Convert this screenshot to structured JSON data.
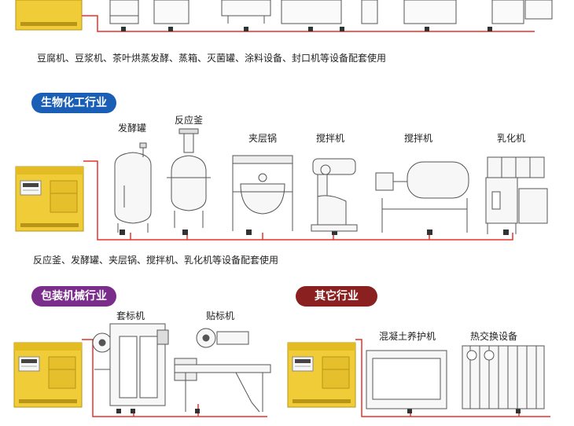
{
  "colors": {
    "pipe": "#e8322b",
    "boiler": "#f0cd38",
    "boiler_dark": "#c9a618",
    "badge_bio": "#1a5fb5",
    "badge_pack": "#7b2d8c",
    "badge_other": "#8a2020",
    "machine_line": "#555555"
  },
  "section_food": {
    "caption": "豆腐机、豆浆机、茶叶烘蒸发酵、蒸箱、灭菌罐、涂料设备、封口机等设备配套使用"
  },
  "section_bio": {
    "title": "生物化工行业",
    "machines": [
      "发酵罐",
      "反应釜",
      "夹层锅",
      "搅拌机",
      "搅拌机",
      "乳化机"
    ],
    "caption": "反应釜、发酵罐、夹层锅、搅拌机、乳化机等设备配套使用"
  },
  "section_pack": {
    "title": "包装机械行业",
    "machines": [
      "套标机",
      "贴标机"
    ]
  },
  "section_other": {
    "title": "其它行业",
    "machines": [
      "混凝土养护机",
      "热交换设备"
    ]
  },
  "boiler_icon": "steam-boiler-icon"
}
